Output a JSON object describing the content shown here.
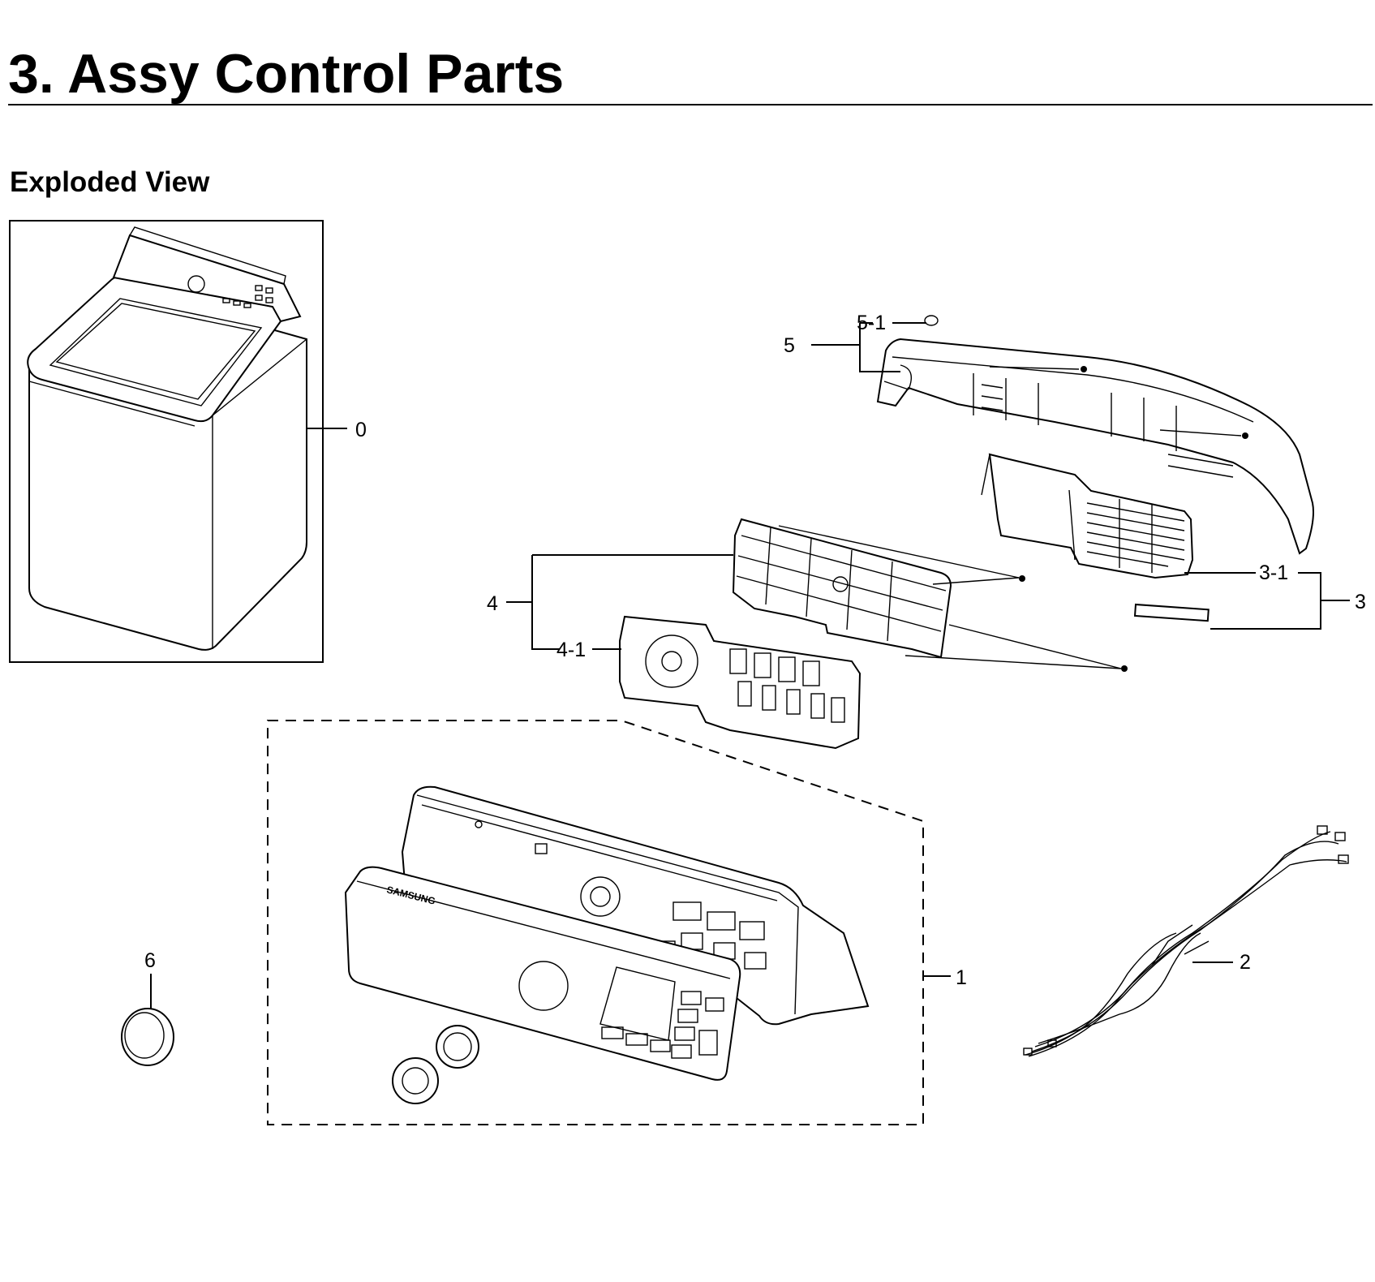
{
  "header": {
    "title": "3.  Assy Control Parts",
    "subtitle": "Exploded View"
  },
  "callouts": {
    "c0": "0",
    "c1": "1",
    "c2": "2",
    "c3": "3",
    "c3_1": "3-1",
    "c4": "4",
    "c4_1": "4-1",
    "c5": "5",
    "c5_1": "5-1",
    "c6": "6"
  },
  "labels": {
    "brand": "SAMSUNG"
  }
}
